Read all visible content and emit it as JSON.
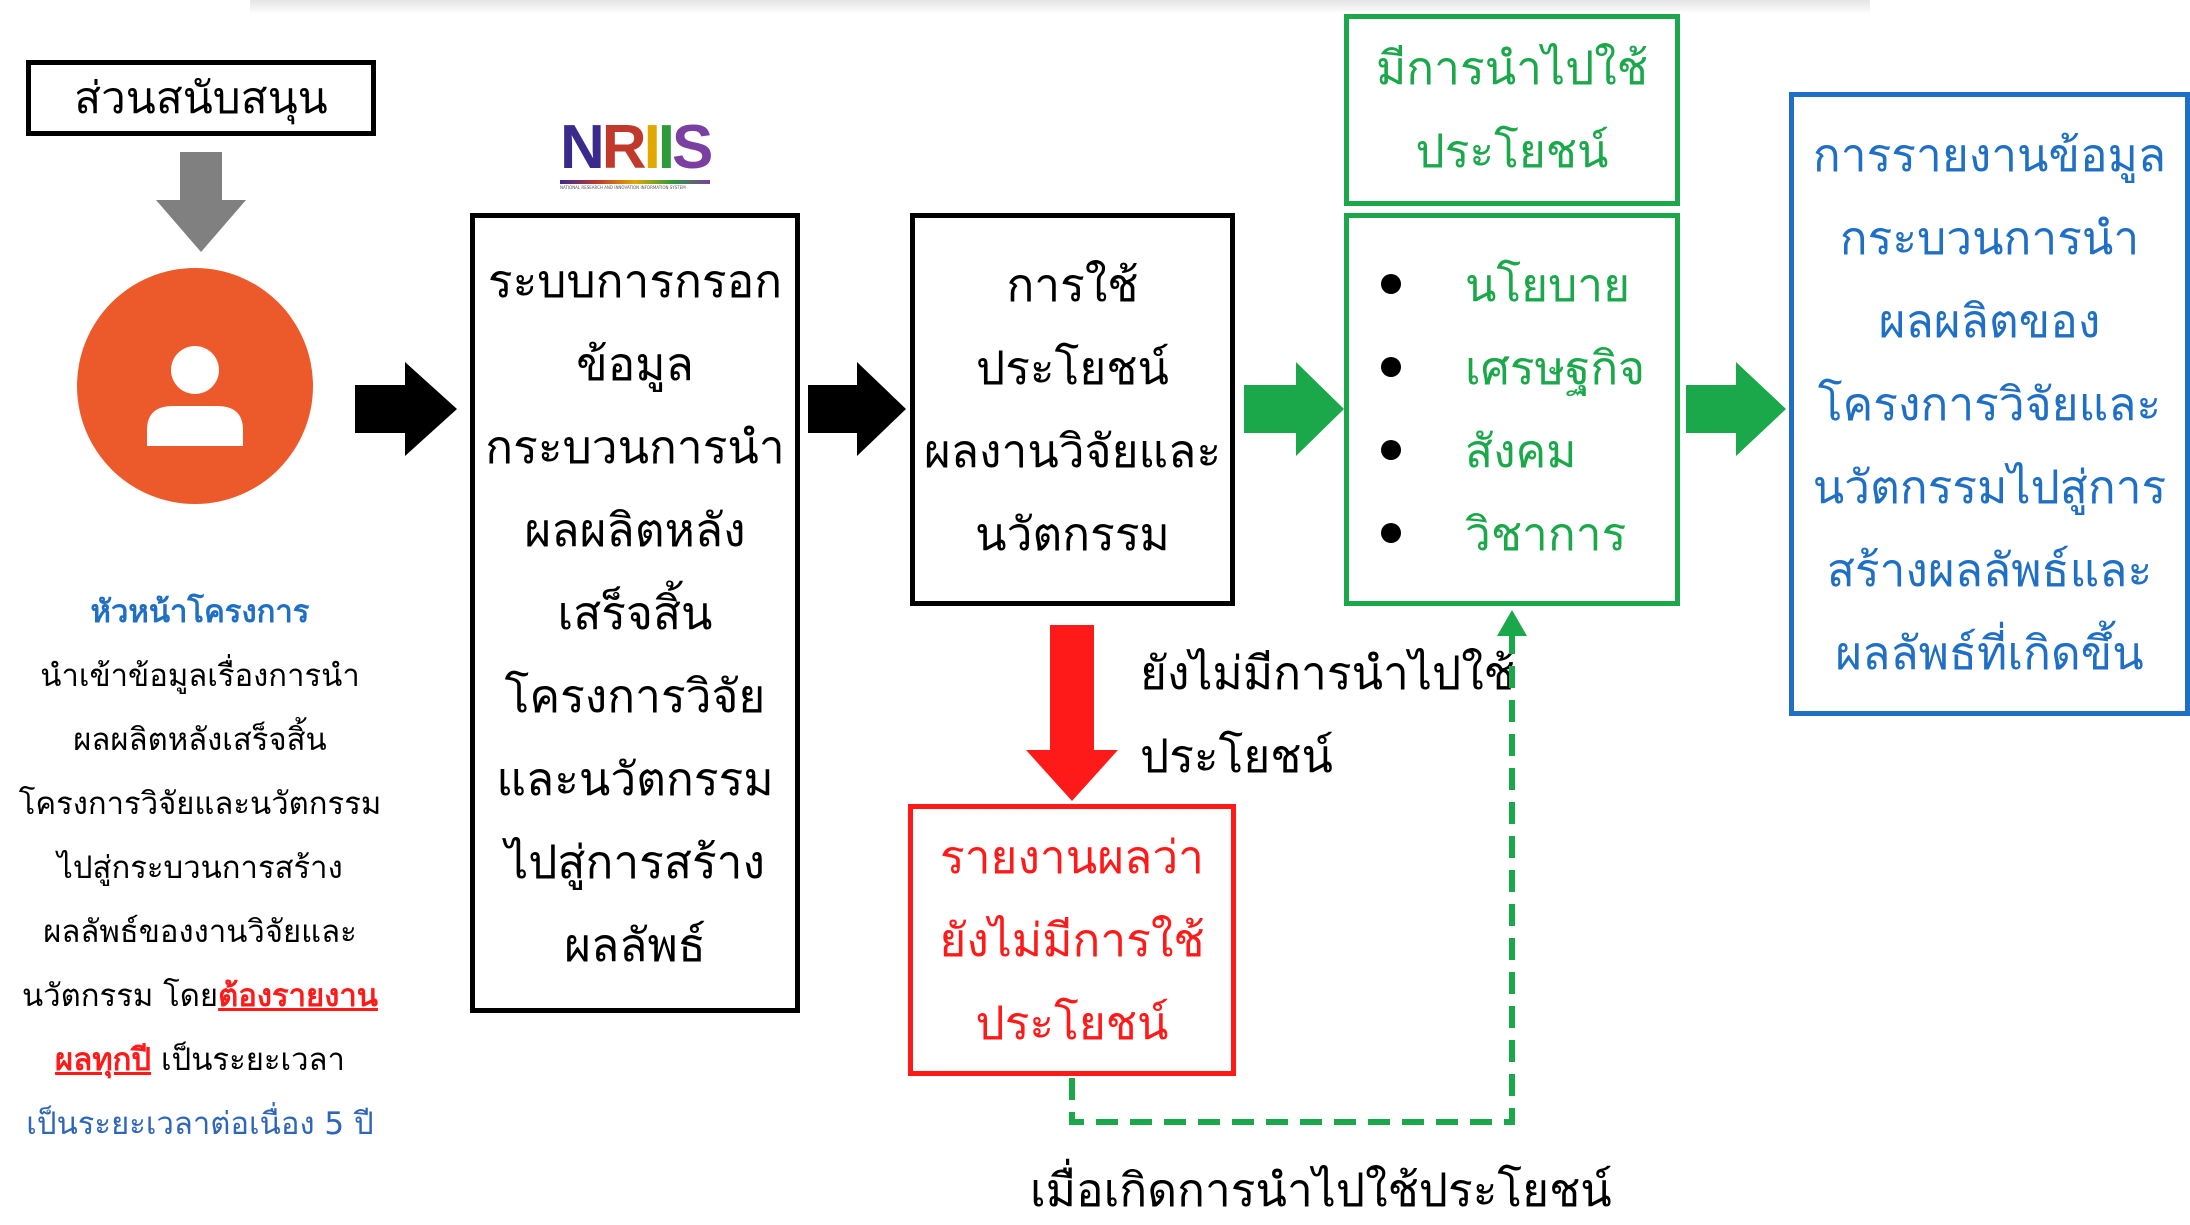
{
  "support_label": "ส่วนสนับสนุน",
  "leader": {
    "title": "หัวหน้าโครงการ",
    "line1": "นำเข้าข้อมูลเรื่องการนำ",
    "line2": "ผลผลิตหลังเสร็จสิ้น",
    "line3": "โครงการวิจัยและนวัตกรรม",
    "line4": "ไปสู่กระบวนการสร้าง",
    "line5": "ผลลัพธ์ของงานวิจัยและ",
    "line6_plain": "นวัตกรรม โดย",
    "line6_red": "ต้องรายงาน",
    "line7_red": "ผลทุกปี",
    "line7_plain": " เป็นระยะเวลา",
    "line8_blue": "เป็นระยะเวลาต่อเนื่อง 5 ปี"
  },
  "logo": {
    "text": "NRIIS",
    "subtext": "NATIONAL RESEARCH AND INNOVATION INFORMATION SYSTEM"
  },
  "system_box": {
    "lines": [
      "ระบบการกรอก",
      "ข้อมูล",
      "กระบวนการนำ",
      "ผลผลิตหลัง",
      "เสร็จสิ้น",
      "โครงการวิจัย",
      "และนวัตกรรม",
      "ไปสู่การสร้าง",
      "ผลลัพธ์"
    ]
  },
  "use_box": {
    "lines": [
      "การใช้",
      "ประโยชน์",
      "ผลงานวิจัยและ",
      "นวัตกรรม"
    ]
  },
  "used_header": {
    "lines": [
      "มีการนำไปใช้",
      "ประโยชน์"
    ]
  },
  "used_items": [
    "นโยบาย",
    "เศรษฐกิจ",
    "สังคม",
    "วิชาการ"
  ],
  "report_box": {
    "lines": [
      "การรายงานข้อมูล",
      "กระบวนการนำ",
      "ผลผลิตของ",
      "โครงการวิจัยและ",
      "นวัตกรรมไปสู่การ",
      "สร้างผลลัพธ์และ",
      "ผลลัพธ์ที่เกิดขึ้น"
    ]
  },
  "not_used_label": {
    "lines": [
      "ยังไม่มีการนำไปใช้",
      "ประโยชน์"
    ]
  },
  "not_used_box": {
    "lines": [
      "รายงานผลว่า",
      "ยังไม่มีการใช้",
      "ประโยชน์"
    ]
  },
  "when_used_label": "เมื่อเกิดการนำไปใช้ประโยชน์",
  "colors": {
    "black": "#000000",
    "gray_arrow": "#808080",
    "green": "#1aa84a",
    "red": "#ff1a1a",
    "blue": "#1f6fc4",
    "avatar_orange": "#ec5a2b"
  }
}
